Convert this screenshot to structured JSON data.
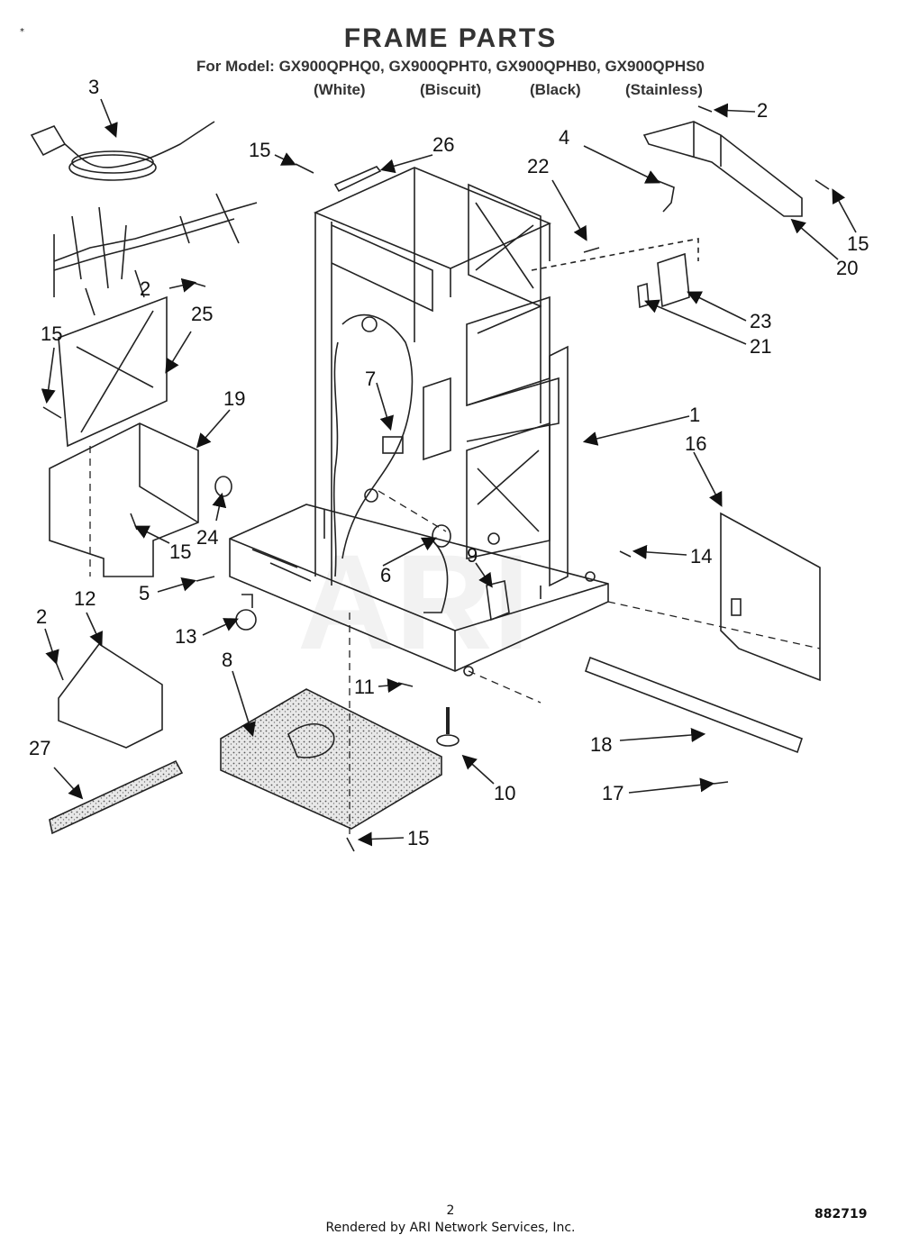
{
  "header": {
    "title": "FRAME PARTS",
    "models": "For Model: GX900QPHQ0, GX900QPHT0, GX900QPHB0, GX900QPHS0",
    "colors": [
      "(White)",
      "(Biscuit)",
      "(Black)",
      "(Stainless)"
    ]
  },
  "callouts": [
    "3",
    "15",
    "26",
    "4",
    "2",
    "22",
    "15",
    "20",
    "2",
    "23",
    "21",
    "15",
    "25",
    "7",
    "19",
    "1",
    "16",
    "24",
    "15",
    "6",
    "9",
    "14",
    "5",
    "12",
    "13",
    "2",
    "8",
    "11",
    "10",
    "18",
    "27",
    "17",
    "15"
  ],
  "footer": {
    "page": "2",
    "rendered_by": "Rendered by ARI Network Services, Inc.",
    "drawing_id": "882719",
    "corner_mark": "*"
  }
}
